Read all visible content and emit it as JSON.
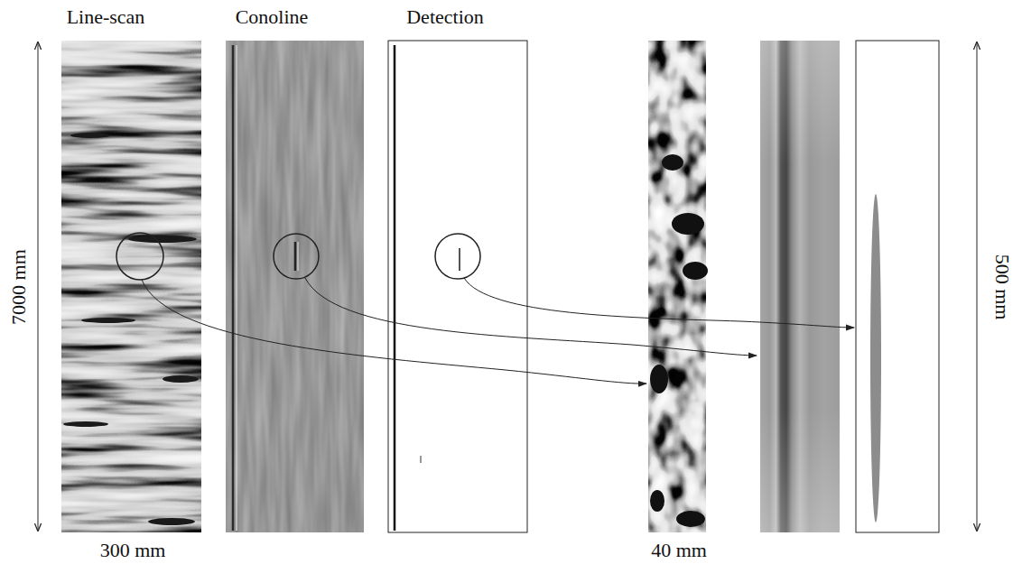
{
  "diagram": {
    "labels": [
      "Line-scan",
      "Conoline",
      "Detection",
      "7000 mm",
      "300 mm",
      "40 mm",
      "500 mm"
    ]
  }
}
